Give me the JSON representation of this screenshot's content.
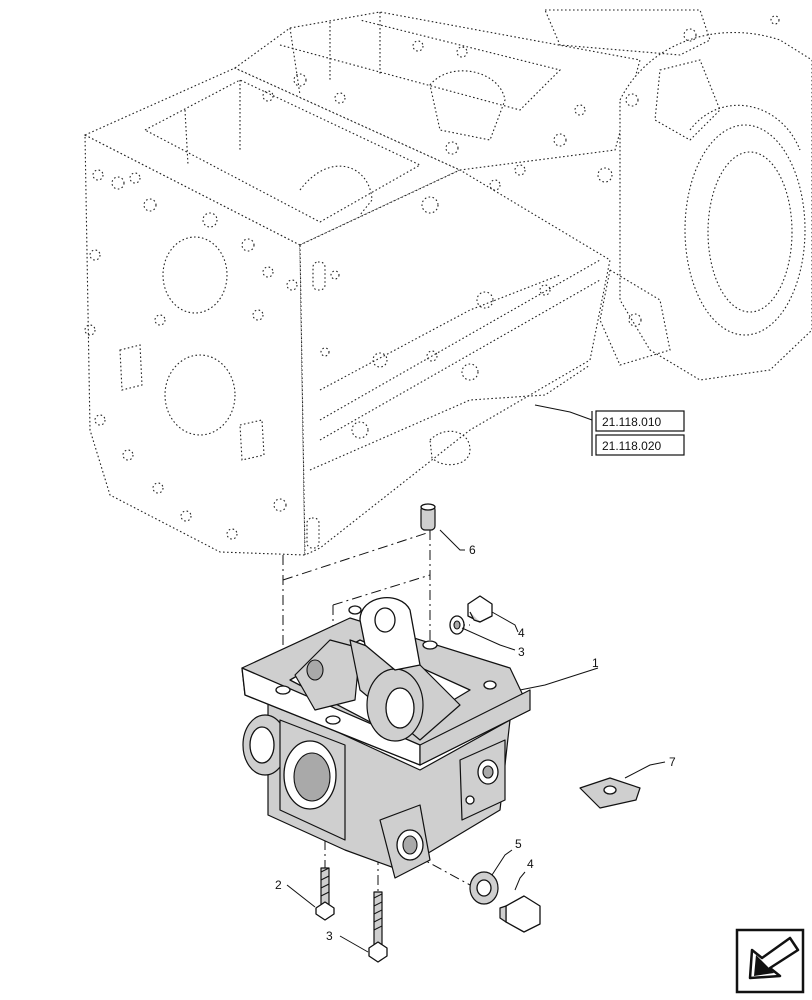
{
  "callouts": {
    "c1": "1",
    "c2": "2",
    "c3a": "3",
    "c3b": "3",
    "c4a": "4",
    "c4b": "4",
    "c5": "5",
    "c6": "6",
    "c7": "7"
  },
  "references": [
    "21.118.010",
    "21.118.020"
  ],
  "icons": {
    "nav": "arrow-nav-icon"
  }
}
